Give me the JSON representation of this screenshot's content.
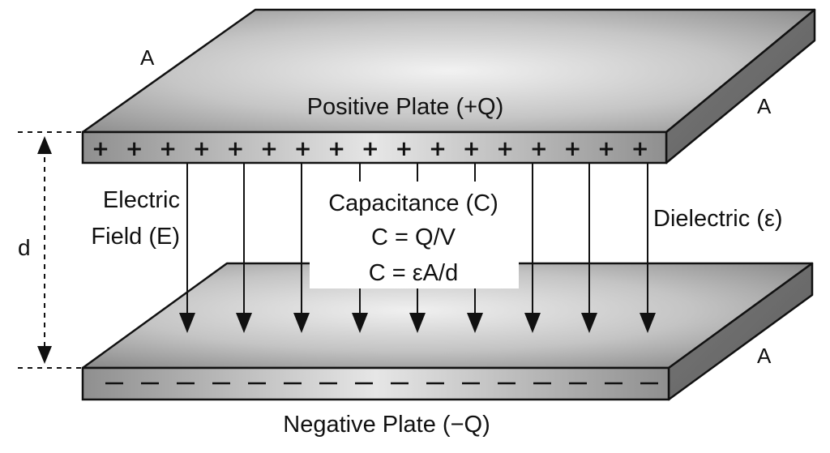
{
  "labels": {
    "area_top_left": "A",
    "area_top_right": "A",
    "area_bottom_right": "A",
    "positive_plate": "Positive Plate (+Q)",
    "negative_plate": "Negative Plate (−Q)",
    "field_line1": "Electric",
    "field_line2": "Field (E)",
    "distance": "d",
    "dielectric": "Dielectric (ε)",
    "capacitance": "Capacitance (C)",
    "formula1": "C = Q/V",
    "formula2": "C = εA/d"
  },
  "plates": {
    "positive_sign": "+",
    "positive_sign_count": 17,
    "negative_dash_count": 16
  },
  "field_lines": {
    "arrow_count": 9
  },
  "colors": {
    "plate_edge": "#111111",
    "plate_light": "#e8e8e8",
    "plate_dark": "#8c8c8c",
    "ink": "#111111"
  }
}
